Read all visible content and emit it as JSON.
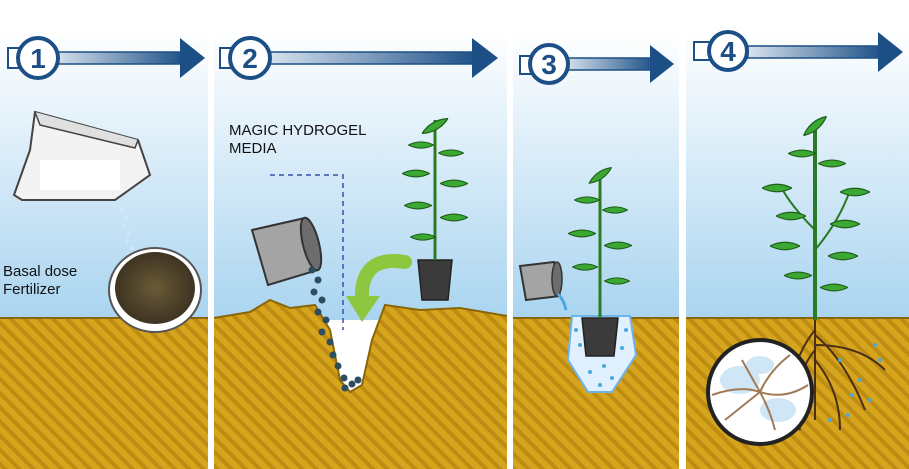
{
  "steps": [
    {
      "number": "1",
      "label_line1": "Basal dose",
      "label_line2": "Fertilizer"
    },
    {
      "number": "2",
      "label_line1": "MAGIC HYDROGEL",
      "label_line2": "MEDIA"
    },
    {
      "number": "3"
    },
    {
      "number": "4"
    }
  ],
  "colors": {
    "sky_top": "#ffffff",
    "sky_bottom": "#a9d4f0",
    "soil": "#d6a51d",
    "soil_stripe": "#b8860f",
    "arrow_blue": "#1c4f86",
    "leaf_green": "#3aa832",
    "stem_green": "#2b7a24",
    "hydrogel_blue": "#4aa8e0",
    "pot": "#3b3b3b",
    "bucket": "#9a9a9a"
  },
  "icons": [
    "fertilizer-bag-icon",
    "soil-bowl-icon",
    "bucket-icon",
    "plant-icon",
    "curved-arrow-icon",
    "root-zoom-icon"
  ]
}
